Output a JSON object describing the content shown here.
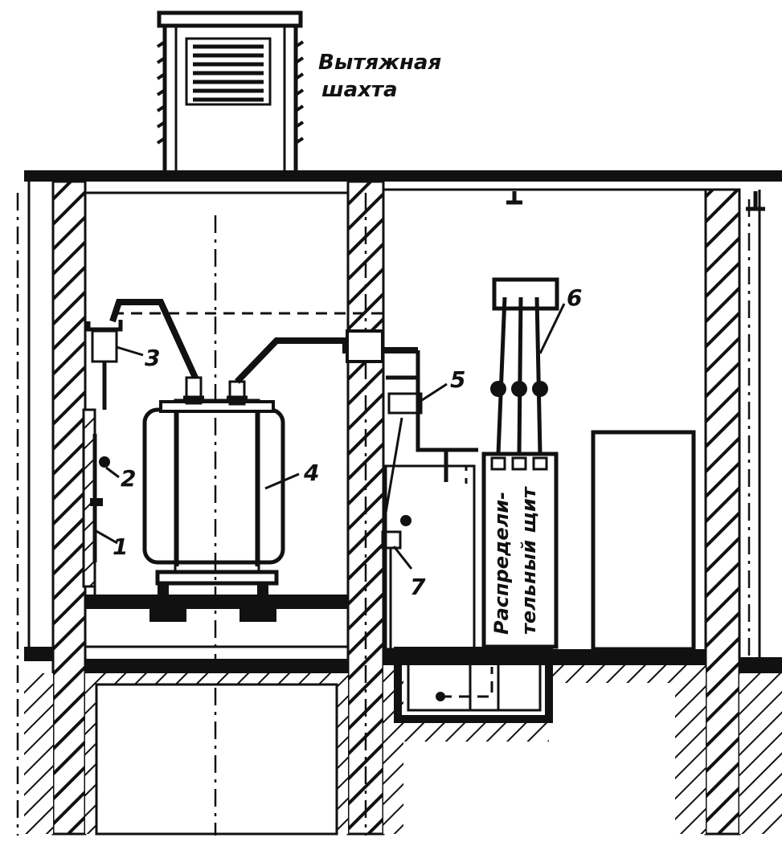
{
  "diagram": {
    "caption_line1": "Вытяжная",
    "caption_line2": "шахта",
    "panel_line1": "Распредели-",
    "panel_line2": "тельный щит",
    "callouts": [
      "1",
      "2",
      "3",
      "4",
      "5",
      "6",
      "7"
    ],
    "colors": {
      "ink": "#111111",
      "paper": "#ffffff"
    }
  }
}
